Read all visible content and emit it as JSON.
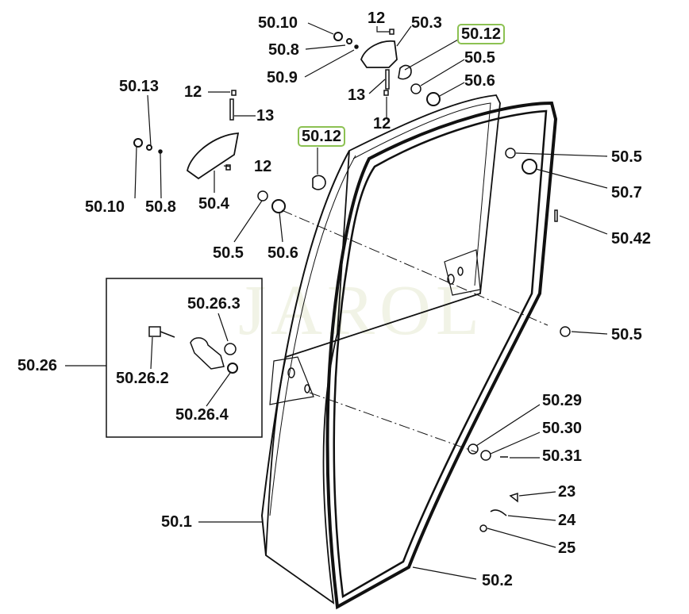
{
  "watermark": "JAROL",
  "labels": {
    "top_50_10": "50.10",
    "top_12a": "12",
    "top_50_3": "50.3",
    "top_50_12": "50.12",
    "top_50_8": "50.8",
    "top_50_5": "50.5",
    "top_50_9": "50.9",
    "top_50_6": "50.6",
    "left_50_13": "50.13",
    "left_12a": "12",
    "mid_13": "13",
    "left_13": "13",
    "mid_12": "12",
    "mid_50_12": "50.12",
    "left_12b": "12",
    "right_50_5a": "50.5",
    "right_50_7": "50.7",
    "left_50_10": "50.10",
    "left_50_8": "50.8",
    "left_50_4": "50.4",
    "right_50_42": "50.42",
    "mid_50_5": "50.5",
    "mid_50_6": "50.6",
    "inset_50_26_3": "50.26.3",
    "right_50_5b": "50.5",
    "inset_50_26": "50.26",
    "inset_50_26_2": "50.26.2",
    "inset_50_26_4": "50.26.4",
    "r_50_29": "50.29",
    "r_50_30": "50.30",
    "r_50_31": "50.31",
    "r_23": "23",
    "r_24": "24",
    "r_25": "25",
    "glass_50_1": "50.1",
    "seal_50_2": "50.2"
  },
  "colors": {
    "highlight": "#8cc152",
    "ink": "#111111"
  }
}
